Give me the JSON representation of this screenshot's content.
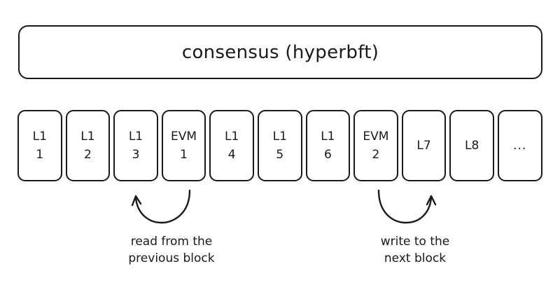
{
  "diagram": {
    "title": "consensus (hyperbft)",
    "consensus": {
      "label": "consensus (hyperbft)"
    },
    "blocks": [
      {
        "line1": "L1",
        "line2": "1"
      },
      {
        "line1": "L1",
        "line2": "2"
      },
      {
        "line1": "L1",
        "line2": "3"
      },
      {
        "line1": "EVM",
        "line2": "1"
      },
      {
        "line1": "L1",
        "line2": "4"
      },
      {
        "line1": "L1",
        "line2": "5"
      },
      {
        "line1": "L1",
        "line2": "6"
      },
      {
        "line1": "EVM",
        "line2": "2"
      },
      {
        "line1": "L7",
        "line2": ""
      },
      {
        "line1": "L8",
        "line2": ""
      },
      {
        "line1": "...",
        "line2": ""
      }
    ],
    "annotations": [
      {
        "name": "read-from-previous-block",
        "line1": "read from the",
        "line2": "previous block",
        "arrow": "curve-left-up"
      },
      {
        "name": "write-to-next-block",
        "line1": "write to the",
        "line2": "next block",
        "arrow": "curve-right-up"
      }
    ],
    "colors": {
      "stroke": "#1a1a1a",
      "background": "#ffffff",
      "text": "#1a1a1a"
    }
  }
}
